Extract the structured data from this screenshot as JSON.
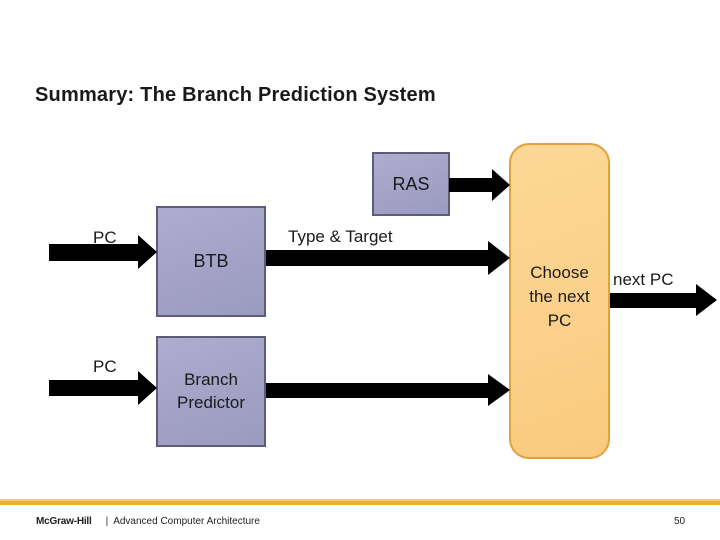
{
  "slide": {
    "title": "Summary: The Branch Prediction System",
    "footer": {
      "brand": "McGraw-Hill",
      "separator": "|",
      "course": "Advanced Computer Architecture",
      "page_number": "50"
    }
  },
  "diagram": {
    "ras_box": "RAS",
    "btb_box": "BTB",
    "branch_predictor_box": "Branch Predictor",
    "choose_box": "Choose the next PC",
    "pc_label_top": "PC",
    "pc_label_bottom": "PC",
    "type_target_label": "Type & Target",
    "next_pc_label": "next PC"
  },
  "colors": {
    "purple_box_fill": "#A3A2C6",
    "purple_box_border": "#5D5C7A",
    "choose_box_fill": "#FBD089",
    "choose_box_border": "#E2A23B",
    "accent_bar": "#EAB525",
    "arrow": "#000000",
    "background": "#FFFFFF",
    "text": "#1A1A1A"
  }
}
